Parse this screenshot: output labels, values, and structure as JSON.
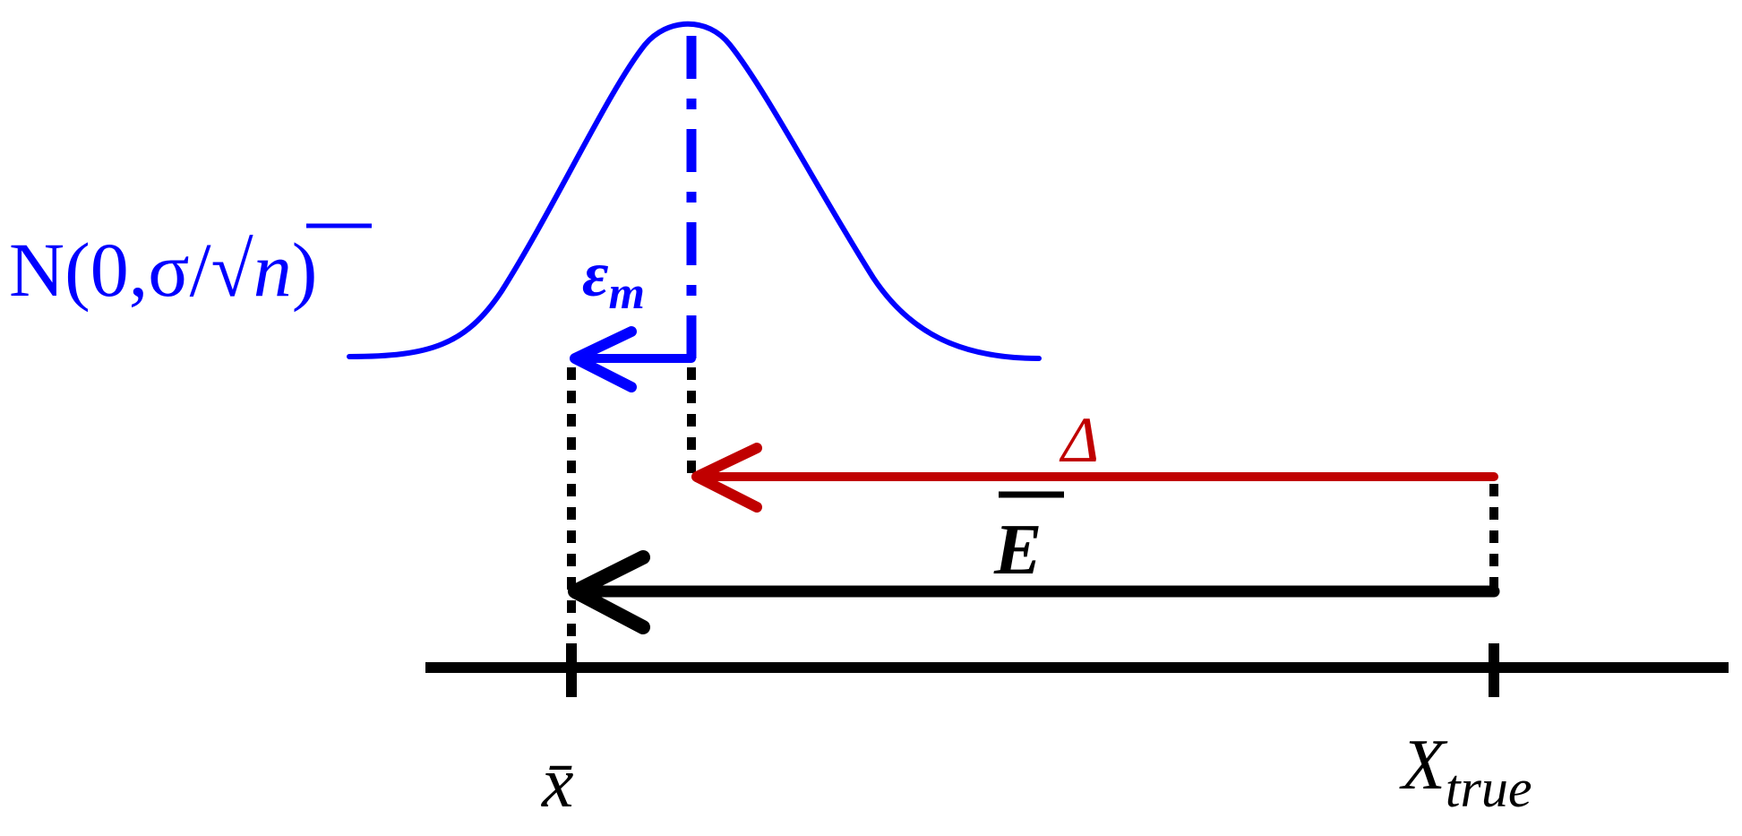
{
  "labels": {
    "distribution": {
      "prefix": "N(0,σ/",
      "radicand": "n",
      "suffix": ")"
    },
    "epsilon": {
      "base": "ε",
      "sub": "m"
    },
    "delta": "Δ",
    "mean_error": "E",
    "x_bar": "x̄",
    "x_true": {
      "base": "X",
      "sub": "true"
    }
  },
  "colors": {
    "gaussian": "#0000ff",
    "epsilon_arrow": "#0000ff",
    "delta_arrow": "#c00000",
    "mean_error_arrow": "#000000",
    "axis": "#000000",
    "guides": "#000000"
  }
}
